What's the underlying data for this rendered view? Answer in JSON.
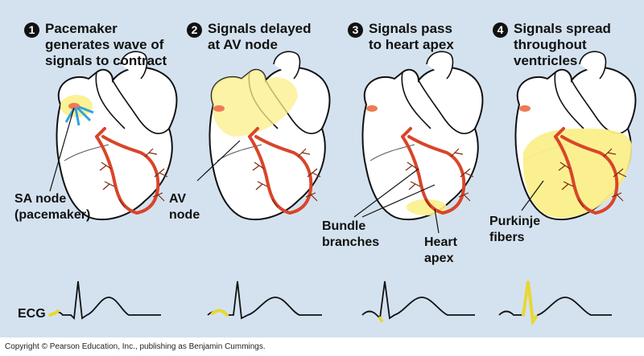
{
  "steps": [
    {
      "number": "1",
      "text": "Pacemaker\ngenerates wave of\nsignals to contract"
    },
    {
      "number": "2",
      "text": "Signals delayed\nat AV node"
    },
    {
      "number": "3",
      "text": "Signals pass\nto heart apex"
    },
    {
      "number": "4",
      "text": "Signals spread\nthroughout\nventricles"
    }
  ],
  "labels": {
    "sa_node": "SA node\n(pacemaker)",
    "av_node": "AV\nnode",
    "bundle_branches": "Bundle\nbranches",
    "heart_apex": "Heart\napex",
    "purkinje_fibers": "Purkinje\nfibers"
  },
  "ecg_label": "ECG",
  "copyright": "Copyright © Pearson Education, Inc., publishing as Benjamin Cummings.",
  "colors": {
    "background": "#d4e2ef",
    "signal_yellow": "#fbef8a",
    "conduction_red": "#d9452a",
    "node_orange": "#ee7a55",
    "arrow_blue": "#33a0e0"
  }
}
